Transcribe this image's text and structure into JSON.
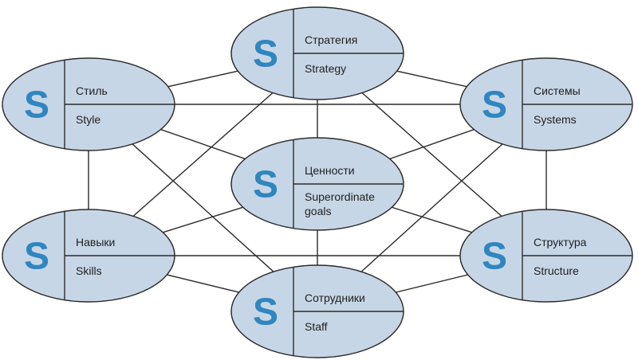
{
  "diagram": {
    "letter": "S",
    "nodes": [
      {
        "id": "strategy",
        "ru": "Стратегия",
        "en": [
          "Strategy"
        ]
      },
      {
        "id": "style",
        "ru": "Стиль",
        "en": [
          "Style"
        ]
      },
      {
        "id": "systems",
        "ru": "Системы",
        "en": [
          "Systems"
        ]
      },
      {
        "id": "values",
        "ru": "Ценности",
        "en": [
          "Superordinate",
          "goals"
        ]
      },
      {
        "id": "skills",
        "ru": "Навыки",
        "en": [
          "Skills"
        ]
      },
      {
        "id": "structure",
        "ru": "Структура",
        "en": [
          "Structure"
        ]
      },
      {
        "id": "staff",
        "ru": "Сотрудники",
        "en": [
          "Staff"
        ]
      }
    ],
    "connections": [
      [
        "strategy",
        "style"
      ],
      [
        "strategy",
        "systems"
      ],
      [
        "strategy",
        "values"
      ],
      [
        "strategy",
        "skills"
      ],
      [
        "strategy",
        "structure"
      ],
      [
        "style",
        "systems"
      ],
      [
        "style",
        "values"
      ],
      [
        "style",
        "skills"
      ],
      [
        "style",
        "staff"
      ],
      [
        "systems",
        "values"
      ],
      [
        "systems",
        "structure"
      ],
      [
        "systems",
        "staff"
      ],
      [
        "values",
        "skills"
      ],
      [
        "values",
        "structure"
      ],
      [
        "values",
        "staff"
      ],
      [
        "skills",
        "structure"
      ],
      [
        "skills",
        "staff"
      ],
      [
        "structure",
        "staff"
      ]
    ]
  }
}
